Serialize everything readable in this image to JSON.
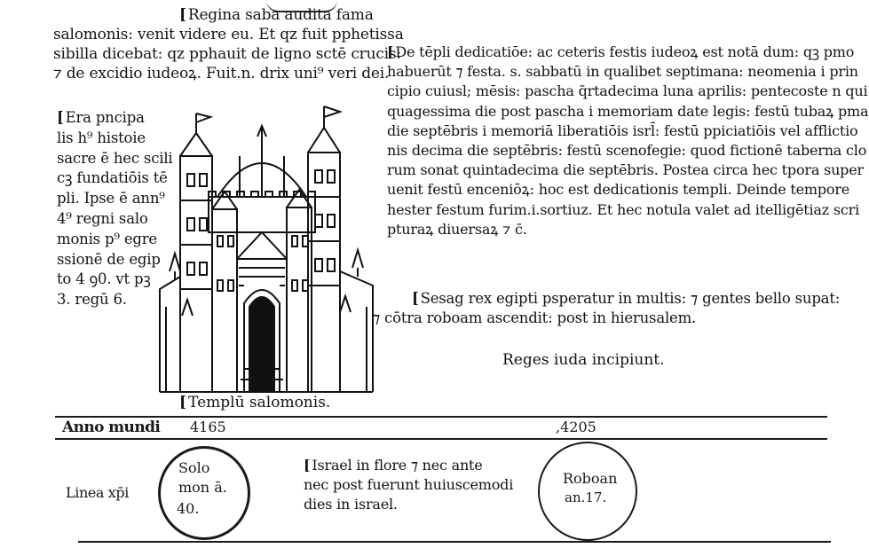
{
  "regina_block": {
    "lines": [
      "Regina saba audita fama",
      "salomonis: venit videre eu. Et qz fuit pphetissa",
      "sibilla dicebat: qz pphauit de ligno sctē crucis:",
      "⁊ de excidio iudeoꝝ. Fuit.n. drix uni⁹ veri dei."
    ]
  },
  "templi_block": {
    "lines": [
      "De tēpli dedicatiōe: ac ceteris festis iudeoꝝ est notā dum: qꝫ pmo",
      "habuerūt ⁊ festa. s. sabbatū in qualibet septimana: neomenia i prin",
      "cipio cuiusl; mēsis: pascha q̄rtadecima luna aprilis: pentecoste n qui",
      "quagessima die post pascha i memoriam date legis: festū tubaꝝ pma",
      "die septēbris i memoriā liberatiōis isrl̄: festū ppiciatiōis vel afflictio",
      "nis decima die septēbris: festū scenofegie: quod fictionē taberna clo",
      "rum sonat quintadecima die septēbris. Postea circa hec tpora super",
      "uenit festū enceniōꝝ: hoc est dedicationis templi. Deinde tempore",
      "hester festum furim.i.sortiuz. Et hec notula valet ad itelligētiaz scri",
      "pturaꝝ diuersaꝝ ⁊ c̄."
    ]
  },
  "era_block": {
    "lines": [
      "Era pncipa",
      "lis h⁹ histoie",
      "sacre ē hec scili",
      "cꝫ fundatiōis tē",
      "pli. Ipse ē ann⁹",
      "4⁹ regni salo",
      "monis p⁹ egre",
      "ssionē de egip",
      "to 4 ꝯ0. vt pꝫ",
      "3. regū 6."
    ]
  },
  "sesag_block": {
    "lines": [
      "Sesag rex egipti psperatur in multis: ⁊ gentes bello supat:",
      "⁊ cōtra roboam ascendit: post in hierusalem."
    ]
  },
  "reges_heading": "Reges iuda incipiunt.",
  "woodcut": {
    "caption": "Templū salomonis.",
    "icon": "temple-woodcut-illustration"
  },
  "timeline": {
    "anno_label": "Anno mundi",
    "year_1": "4165",
    "year_2": ",4205",
    "linea_label": "Linea xp̄i",
    "solomon_roundel": {
      "line1": "Solo",
      "line2": "mon ā.",
      "line3": "40."
    },
    "roboam_roundel": {
      "line1": "Roboan",
      "line2": "an.17."
    },
    "israel_block": {
      "lines": [
        "Israel in flore ⁊ nec ante",
        "nec post fuerunt huiuscemodi",
        "dies in israel."
      ]
    }
  },
  "colors": {
    "ink": "#141414",
    "paper": "#ffffff"
  }
}
